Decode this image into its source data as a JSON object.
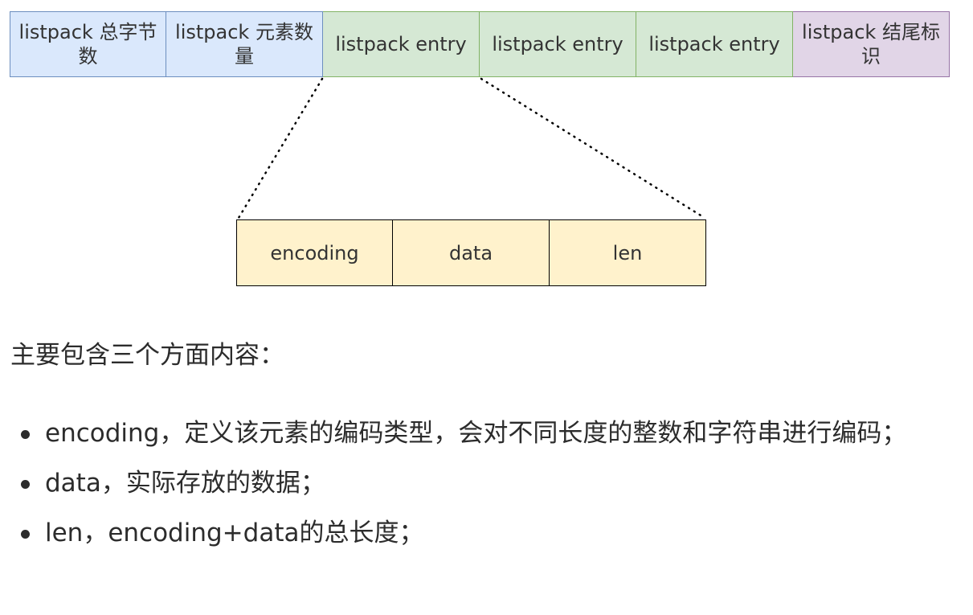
{
  "diagram": {
    "top_row": [
      {
        "label": "listpack 总字节数",
        "color": "blue"
      },
      {
        "label": "listpack 元素数量",
        "color": "blue"
      },
      {
        "label": "listpack entry",
        "color": "green"
      },
      {
        "label": "listpack entry",
        "color": "green"
      },
      {
        "label": "listpack entry",
        "color": "green"
      },
      {
        "label": "listpack 结尾标识",
        "color": "purple"
      }
    ],
    "entry_fields": [
      "encoding",
      "data",
      "len"
    ],
    "colors": {
      "blue_fill": "#dae8fc",
      "green_fill": "#d5e8d4",
      "purple_fill": "#e1d5e7",
      "yellow_fill": "#fff2cc"
    }
  },
  "text": {
    "intro": "主要包含三个方面内容：",
    "bullets": [
      "encoding，定义该元素的编码类型，会对不同长度的整数和字符串进行编码；",
      "data，实际存放的数据；",
      "len，encoding+data的总长度；"
    ]
  }
}
